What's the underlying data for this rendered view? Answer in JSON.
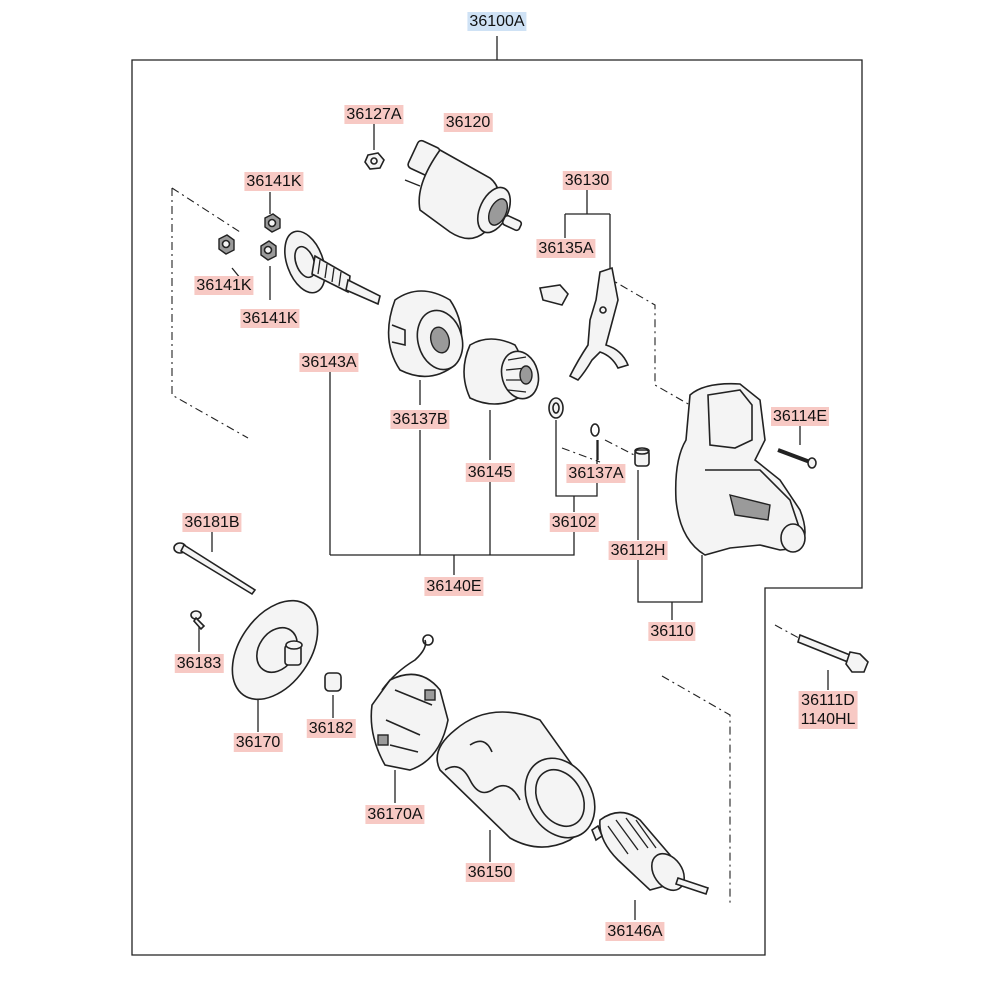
{
  "assembly_label": "36100A",
  "labels": {
    "p36127A": "36127A",
    "p36120": "36120",
    "p36141K_top": "36141K",
    "p36141K_left": "36141K",
    "p36141K_bottom": "36141K",
    "p36130": "36130",
    "p36135A": "36135A",
    "p36143A": "36143A",
    "p36137B": "36137B",
    "p36114E": "36114E",
    "p36145": "36145",
    "p36137A": "36137A",
    "p36181B": "36181B",
    "p36102": "36102",
    "p36112H": "36112H",
    "p36140E": "36140E",
    "p36110": "36110",
    "p36183": "36183",
    "p36111D": "36111D",
    "p1140HL": "1140HL",
    "p36170": "36170",
    "p36182": "36182",
    "p36170A": "36170A",
    "p36150": "36150",
    "p36146A": "36146A"
  }
}
